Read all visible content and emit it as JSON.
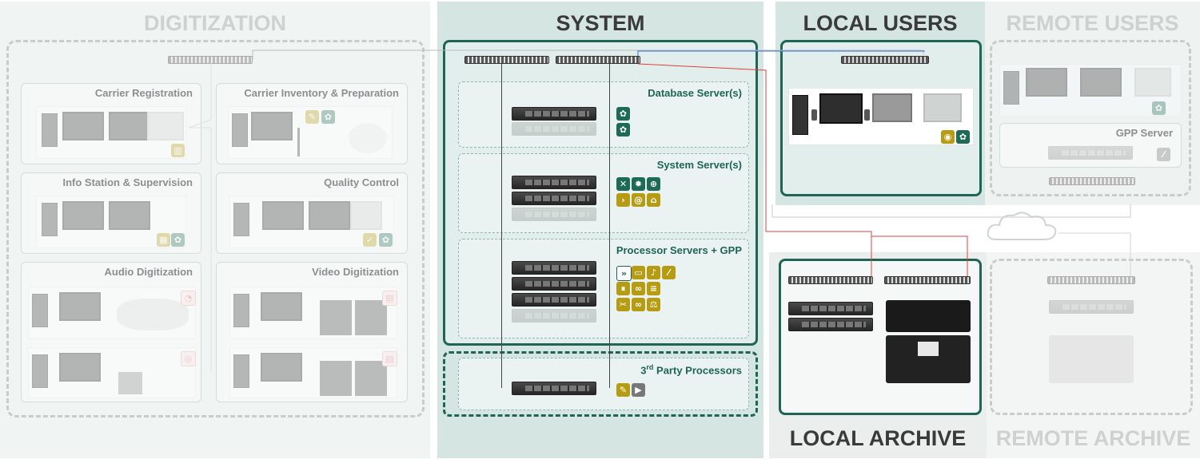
{
  "sections": {
    "digitization": {
      "title": "DIGITIZATION",
      "groups": [
        {
          "label": "Carrier Registration"
        },
        {
          "label": "Carrier Inventory & Preparation"
        },
        {
          "label": "Info Station & Supervision"
        },
        {
          "label": "Quality Control"
        },
        {
          "label": "Audio Digitization"
        },
        {
          "label": "Video Digitization"
        }
      ]
    },
    "system": {
      "title": "SYSTEM",
      "groups": [
        {
          "label": "Database Server(s)"
        },
        {
          "label": "System Server(s)"
        },
        {
          "label": "Processor Servers + GPP"
        }
      ],
      "third_party": {
        "label_main": "3",
        "label_sup": "rd",
        "label_rest": " Party Processors"
      }
    },
    "local_users": {
      "title": "LOCAL USERS"
    },
    "remote_users": {
      "title": "REMOTE USERS",
      "gpp_label": "GPP Server"
    },
    "local_archive": {
      "title": "LOCAL ARCHIVE"
    },
    "remote_archive": {
      "title": "REMOTE ARCHIVE"
    }
  },
  "colors": {
    "system_bg": "#d4e5e2",
    "local_users_bg": "#d4e5e2",
    "accent_green": "#1e6554",
    "icon_gold": "#b59c12",
    "title_dark": "#3a3a3a",
    "title_faded": "#cdd2d1",
    "link_blue": "#3a6fd8",
    "link_red": "#e04040"
  },
  "icons": {
    "database": [
      "brain-icon",
      "brain-icon"
    ],
    "system": [
      "tools-icon",
      "gear-icon",
      "globe-icon",
      "terminal-icon",
      "at-icon",
      "lock-icon"
    ],
    "processor": [
      "forward-icon",
      "video-icon",
      "audio-file-icon",
      "ruler-icon",
      "pause-icon",
      "link-icon",
      "list-icon",
      "cut-icon",
      "link-icon",
      "scale-icon"
    ],
    "third_party": [
      "pencil-icon",
      "play-icon"
    ],
    "local_users": [
      "eye-icon",
      "brain-icon"
    ]
  }
}
